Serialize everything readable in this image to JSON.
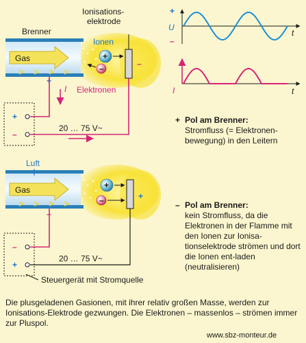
{
  "labels": {
    "ionisation_electrode_line1": "Ionisations-",
    "ionisation_electrode_line2": "elektrode",
    "brenner": "Brenner",
    "gas_top": "Gas",
    "ionen": "Ionen",
    "elektronen": "Elektronen",
    "current_i_top": "I",
    "voltage_top": "20 … 75 V~",
    "plus_top_burner": "+",
    "minus_top_electrode": "–",
    "plus_top_box": "+",
    "minus_top_box": "–",
    "luft": "Luft",
    "gas_bottom": "Gas",
    "minus_bottom_burner": "–",
    "plus_bottom_electrode": "+",
    "minus_bottom_box": "–",
    "plus_bottom_box": "+",
    "voltage_bottom": "20 … 75 V~",
    "steuergeraet": "Steuergerät mit Stromquelle",
    "ion_plus_sign": "+",
    "ion_minus_sign": "–"
  },
  "graphs": {
    "voltage": {
      "axis_label": "U",
      "plus": "+",
      "minus": "–",
      "time_label": "t"
    },
    "current": {
      "axis_label": "I",
      "time_label": "t"
    }
  },
  "pol_plus": {
    "symbol": "+",
    "heading": "Pol am Brenner:",
    "body": "Stromfluss (= Elektronen-bewegung) in den Leitern"
  },
  "pol_minus": {
    "symbol": "–",
    "heading": "Pol am Brenner:",
    "body": "kein Stromfluss, da die Elektronen in der Flamme mit den Ionen zur Ionisa-tionselektrode strömen und dort die Ionen ent-laden (neutralisieren)"
  },
  "caption": "Die plusgeladenen Gasionen, mit ihrer relativ großen Masse, werden zur Ionisations-Elektrode gezwungen. Die Elektronen – massenlos – strömen immer zur Pluspol.",
  "source": "www.sbz-monteur.de",
  "colors": {
    "background": "#fbf6cf",
    "wire": "#d6237a",
    "blue": "#1a73c9",
    "pipe": "#2a7fb8",
    "flame": "#f6dd1a"
  }
}
